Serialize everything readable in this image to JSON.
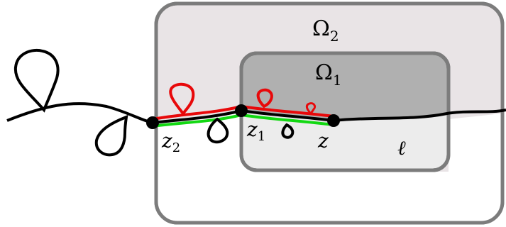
{
  "regions": {
    "outer": {
      "label": "Ω",
      "subscript": "2"
    },
    "inner": {
      "label": "Ω",
      "subscript": "1"
    }
  },
  "points": [
    {
      "id": "z2",
      "label": "z",
      "subscript": "2"
    },
    {
      "id": "z1",
      "label": "z",
      "subscript": "1"
    },
    {
      "id": "z",
      "label": "z",
      "subscript": ""
    }
  ],
  "curve_label": "ℓ",
  "colors": {
    "outer_fill": "#e9e4e6",
    "outer_stroke": "#7c7c7c",
    "inner_fill": "#b0b0b0",
    "inner_stroke": "#7c7c7c",
    "curve": "#000000",
    "upper_path": "#e8080a",
    "lower_path": "#12d812",
    "point": "#000000"
  }
}
